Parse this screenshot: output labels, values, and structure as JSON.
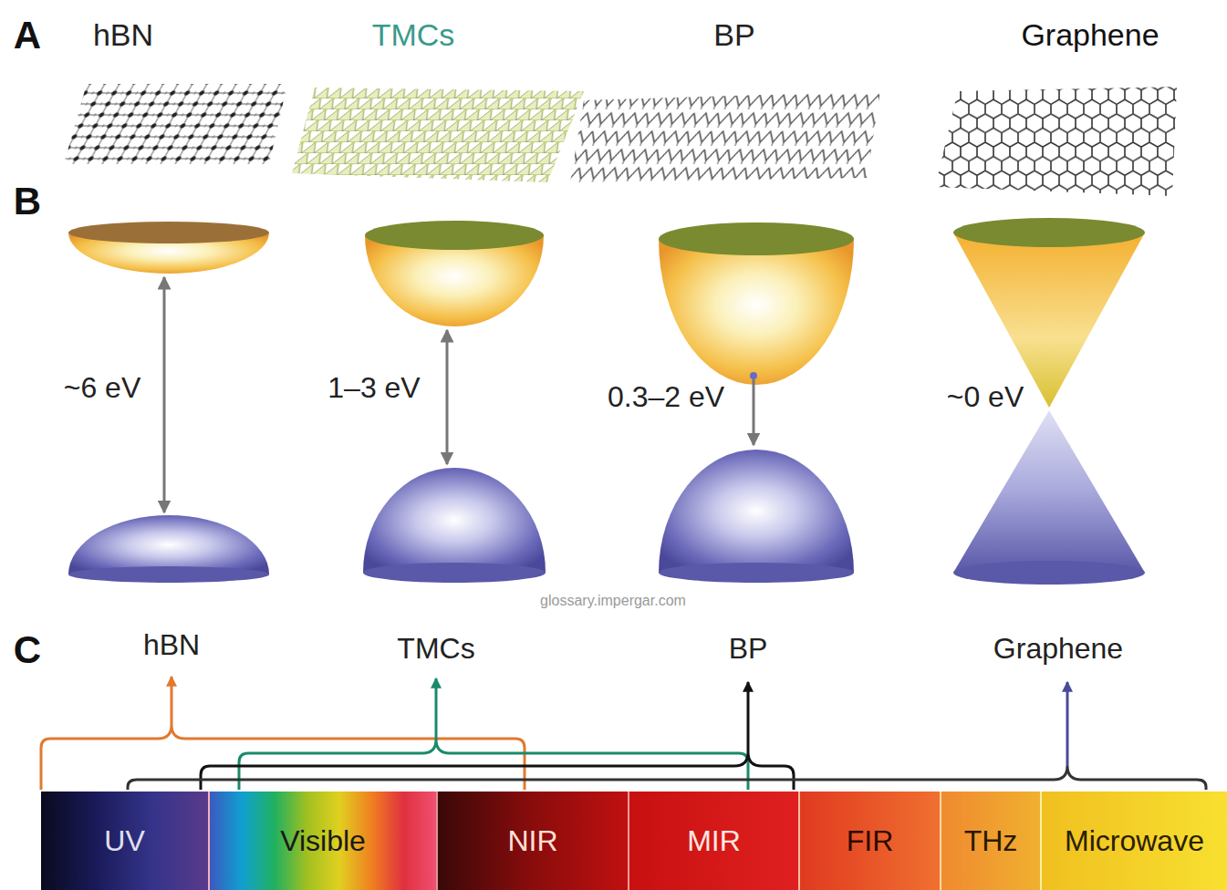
{
  "diagram": {
    "nodes": [
      {
        "text": [
          "UV"
        ]
      },
      {
        "text": [
          "Visible"
        ]
      },
      {
        "text": [
          "NIR"
        ]
      },
      {
        "text": [
          "MIR"
        ]
      },
      {
        "text": [
          "FIR"
        ]
      },
      {
        "text": [
          "THz"
        ]
      },
      {
        "text": [
          "Microwave"
        ]
      }
    ],
    "labels": [
      "A",
      "hBN",
      "TMCs",
      "BP",
      "Graphene",
      "B",
      "~6 eV",
      "1–3 eV",
      "0.3–2 eV",
      "~0 eV",
      "C",
      "hBN",
      "TMCs",
      "BP",
      "Graphene",
      "glossary.impergar.com"
    ]
  }
}
